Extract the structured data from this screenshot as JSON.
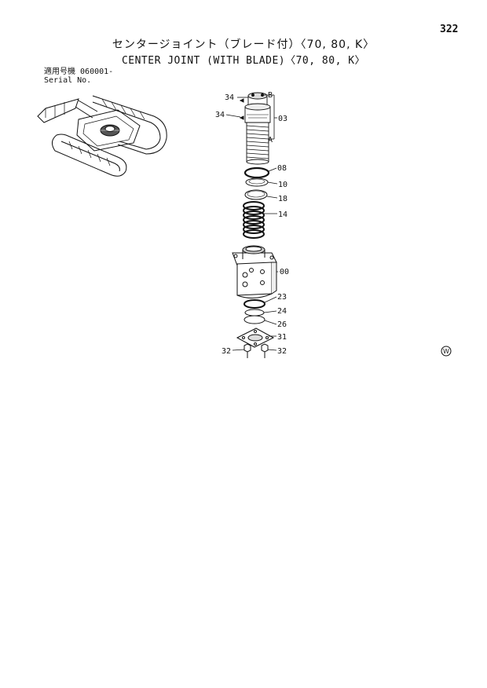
{
  "page_number": "322",
  "title_jp": "センタージョイント（ブレード付）〈70, 80, K〉",
  "title_en": "CENTER JOINT (WITH BLADE)〈70, 80, K〉",
  "applicability": {
    "jp_label": "適用号機",
    "serial_from": "060001-",
    "en_label": "Serial No."
  },
  "callouts": {
    "p34a": "34",
    "p34b": "34",
    "pB": "B",
    "pA": "A",
    "p03": "03",
    "p08": "08",
    "p10": "10",
    "p18": "18",
    "p14": "14",
    "p00": "00",
    "p23": "23",
    "p24": "24",
    "p26": "26",
    "p31": "31",
    "p32a": "32",
    "p32b": "32"
  },
  "mark": "W"
}
